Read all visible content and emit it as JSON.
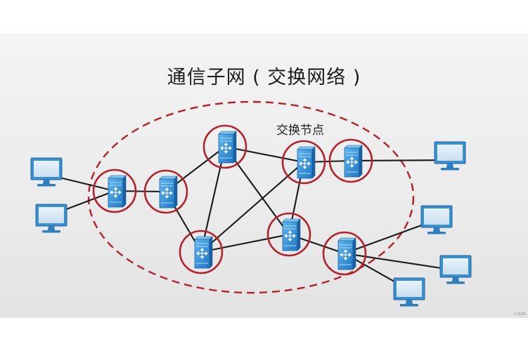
{
  "diagram": {
    "title": "通信子网 ( 交换网络 )",
    "node_label": "交换节点",
    "watermark": "CSDN",
    "colors": {
      "ring": "#b3222a",
      "server_body": "#2f8fd6",
      "monitor": "#3a8fcf",
      "link": "#1a1a1a"
    },
    "switch_nodes": [
      "switch-1",
      "switch-2",
      "switch-3",
      "switch-4",
      "switch-5",
      "switch-6",
      "switch-7",
      "switch-8"
    ],
    "host_computers": [
      "host-1",
      "host-2",
      "host-3",
      "host-4",
      "host-5",
      "host-6"
    ]
  }
}
